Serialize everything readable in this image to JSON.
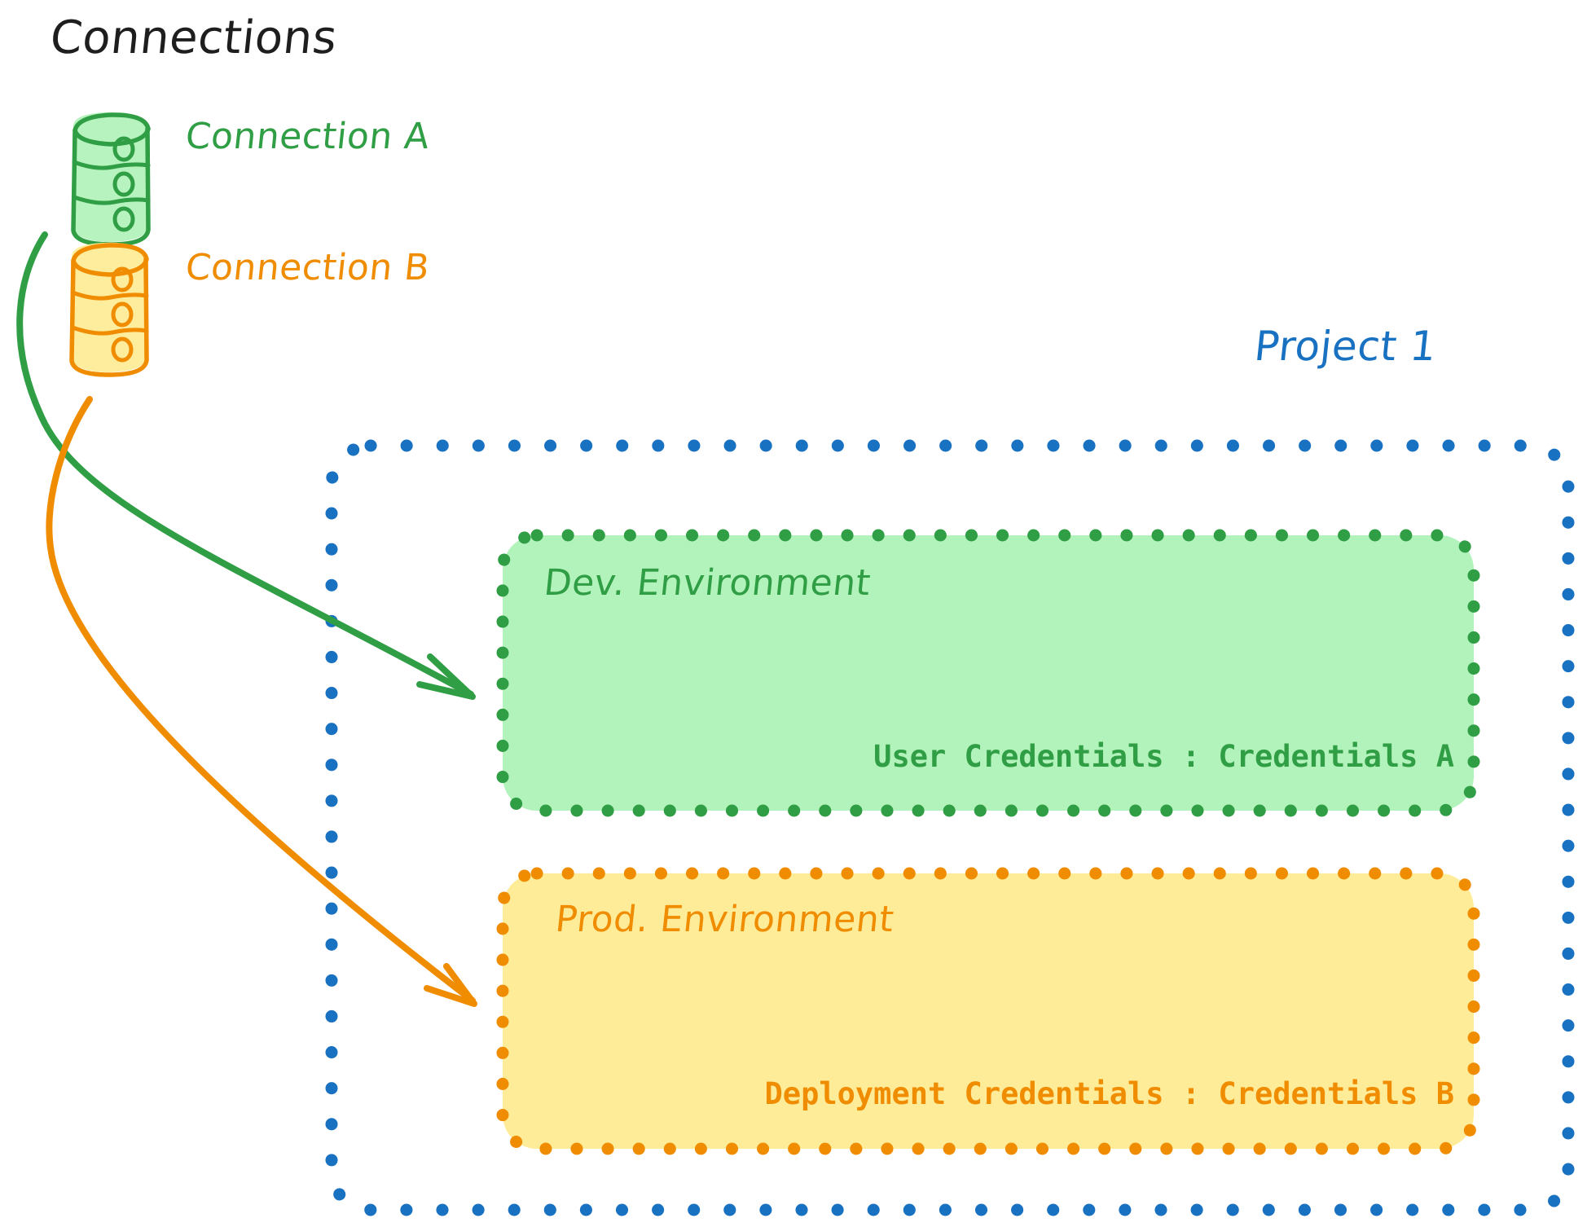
{
  "diagram": {
    "title": "Connections",
    "background": "#ffffff"
  },
  "colors": {
    "green_stroke": "#2f9e44",
    "green_fill": "#b2f2bb",
    "green_text": "#2f9e44",
    "orange_stroke": "#f08c00",
    "orange_fill": "#ffec99",
    "orange_text": "#f08c00",
    "blue_stroke": "#1971c2",
    "blue_text": "#1971c2",
    "black_text": "#1e1e1e"
  },
  "connections": {
    "heading": "Connections",
    "items": [
      {
        "label": "Connection A",
        "color": "#2f9e44",
        "icon": "database-icon"
      },
      {
        "label": "Connection B",
        "color": "#f08c00",
        "icon": "database-icon"
      }
    ]
  },
  "project": {
    "label": "Project 1",
    "border_style": "dotted",
    "color": "#1971c2",
    "environments": [
      {
        "name": "dev",
        "title": "Dev. Environment",
        "detail_key": "User Credentials",
        "detail_separator": ":",
        "detail_value": "Credentials A",
        "detail_text": "User Credentials : Credentials A",
        "stroke": "#2f9e44",
        "fill": "#b2f2bb"
      },
      {
        "name": "prod",
        "title": "Prod. Environment",
        "detail_key": "Deployment Credentials",
        "detail_separator": ":",
        "detail_value": "Credentials B",
        "detail_text": "Deployment Credentials : Credentials B",
        "stroke": "#f08c00",
        "fill": "#ffec99"
      }
    ]
  },
  "arrows": [
    {
      "name": "connection-a-to-dev",
      "from": "Connection A",
      "to": "Dev. Environment",
      "color": "#2f9e44"
    },
    {
      "name": "connection-b-to-prod",
      "from": "Connection B",
      "to": "Prod. Environment",
      "color": "#f08c00"
    }
  ]
}
